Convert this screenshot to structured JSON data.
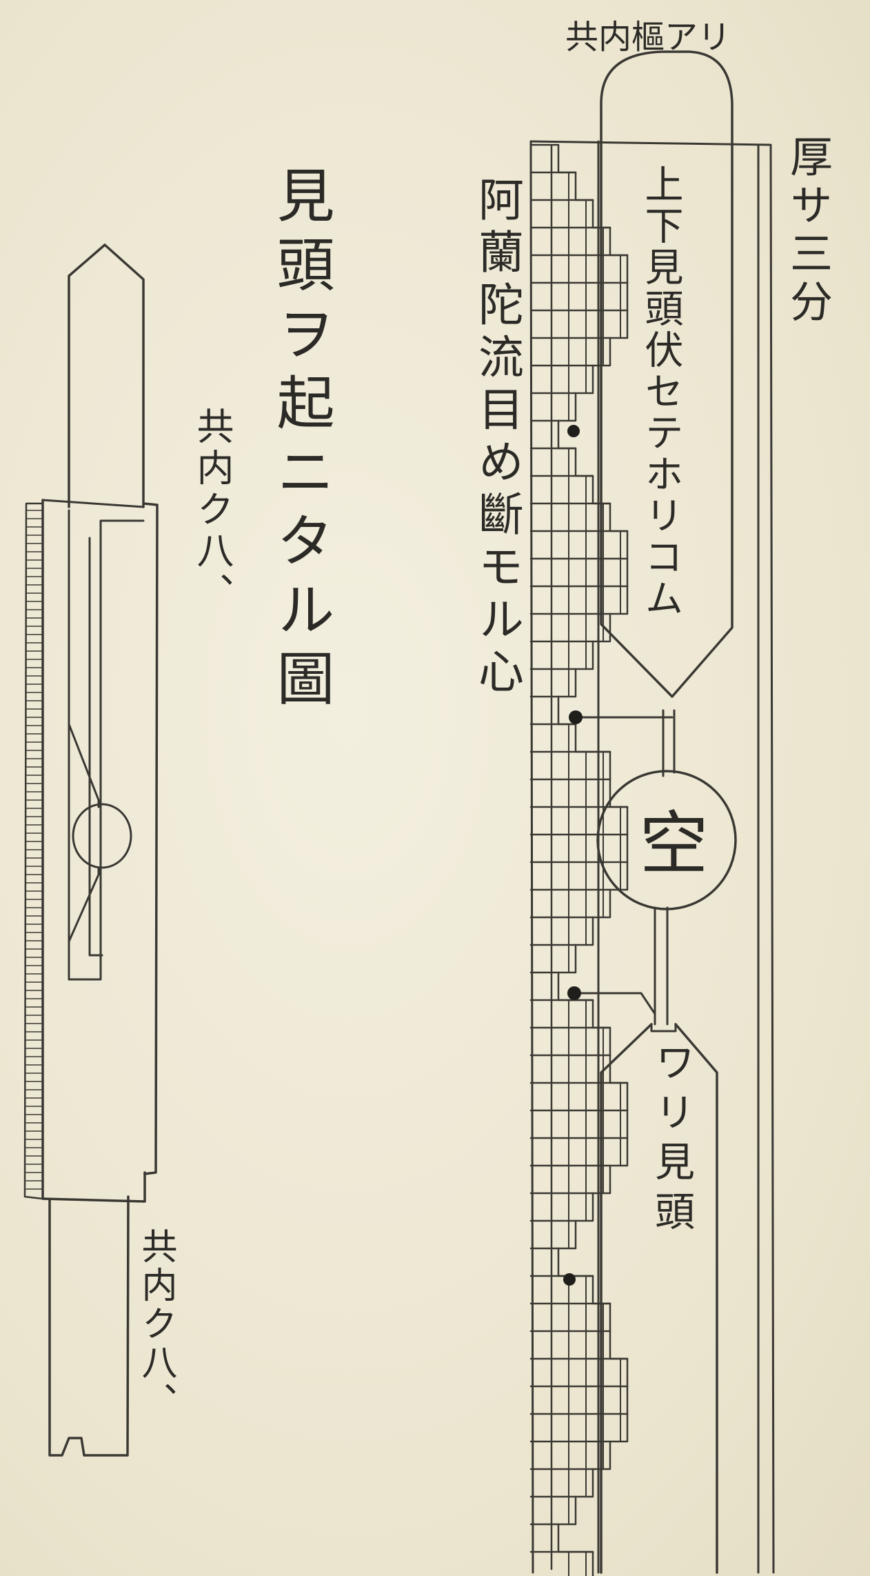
{
  "texts": {
    "thickness": "厚サ三分",
    "top_label": "共内樞アリ",
    "upper_head": "上下見頭伏セテホリコム",
    "lower_head": "ワリ見頭",
    "void": "空",
    "lattice": "阿蘭陀流目め斷モル心",
    "title": "見頭ヲ起ニタル圖",
    "left_note_upper": "共内ク八、",
    "left_note_lower": "共内ク八、"
  }
}
